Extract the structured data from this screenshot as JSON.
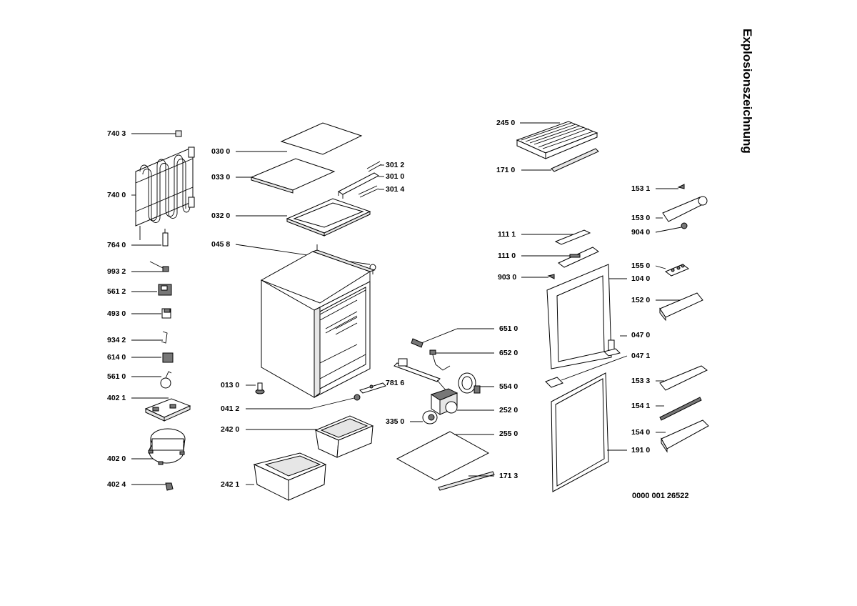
{
  "title": "Explosionszeichnung",
  "document_number": "0000 001 26522",
  "parts": [
    {
      "id": "p7403",
      "label": "740 3"
    },
    {
      "id": "p7400",
      "label": "740 0"
    },
    {
      "id": "p7640",
      "label": "764 0"
    },
    {
      "id": "p9932",
      "label": "993 2"
    },
    {
      "id": "p5612",
      "label": "561 2"
    },
    {
      "id": "p4930",
      "label": "493 0"
    },
    {
      "id": "p9342",
      "label": "934 2"
    },
    {
      "id": "p6140",
      "label": "614 0"
    },
    {
      "id": "p5610",
      "label": "561 0"
    },
    {
      "id": "p4021",
      "label": "402 1"
    },
    {
      "id": "p4020",
      "label": "402 0"
    },
    {
      "id": "p4024",
      "label": "402 4"
    },
    {
      "id": "p0300",
      "label": "030 0"
    },
    {
      "id": "p0330",
      "label": "033 0"
    },
    {
      "id": "p0320",
      "label": "032 0"
    },
    {
      "id": "p0458",
      "label": "045 8"
    },
    {
      "id": "p0130",
      "label": "013 0"
    },
    {
      "id": "p0412",
      "label": "041 2"
    },
    {
      "id": "p2420",
      "label": "242 0"
    },
    {
      "id": "p2421",
      "label": "242 1"
    },
    {
      "id": "p3012",
      "label": "301 2"
    },
    {
      "id": "p3010",
      "label": "301 0"
    },
    {
      "id": "p3014",
      "label": "301 4"
    },
    {
      "id": "p6510",
      "label": "651 0"
    },
    {
      "id": "p6520",
      "label": "652 0"
    },
    {
      "id": "p7816",
      "label": "781 6"
    },
    {
      "id": "p5540",
      "label": "554 0"
    },
    {
      "id": "p2520",
      "label": "252 0"
    },
    {
      "id": "p3350",
      "label": "335 0"
    },
    {
      "id": "p2550",
      "label": "255 0"
    },
    {
      "id": "p1713",
      "label": "171 3"
    },
    {
      "id": "p2450",
      "label": "245 0"
    },
    {
      "id": "p1710",
      "label": "171 0"
    },
    {
      "id": "p1111",
      "label": "111 1"
    },
    {
      "id": "p1110",
      "label": "111 0"
    },
    {
      "id": "p9030",
      "label": "903 0"
    },
    {
      "id": "p1531",
      "label": "153 1"
    },
    {
      "id": "p1530",
      "label": "153 0"
    },
    {
      "id": "p9040",
      "label": "904 0"
    },
    {
      "id": "p1550",
      "label": "155 0"
    },
    {
      "id": "p1040",
      "label": "104 0"
    },
    {
      "id": "p1520",
      "label": "152 0"
    },
    {
      "id": "p0470",
      "label": "047 0"
    },
    {
      "id": "p0471",
      "label": "047 1"
    },
    {
      "id": "p1533",
      "label": "153 3"
    },
    {
      "id": "p1541",
      "label": "154 1"
    },
    {
      "id": "p1540",
      "label": "154 0"
    },
    {
      "id": "p1910",
      "label": "191 0"
    }
  ]
}
